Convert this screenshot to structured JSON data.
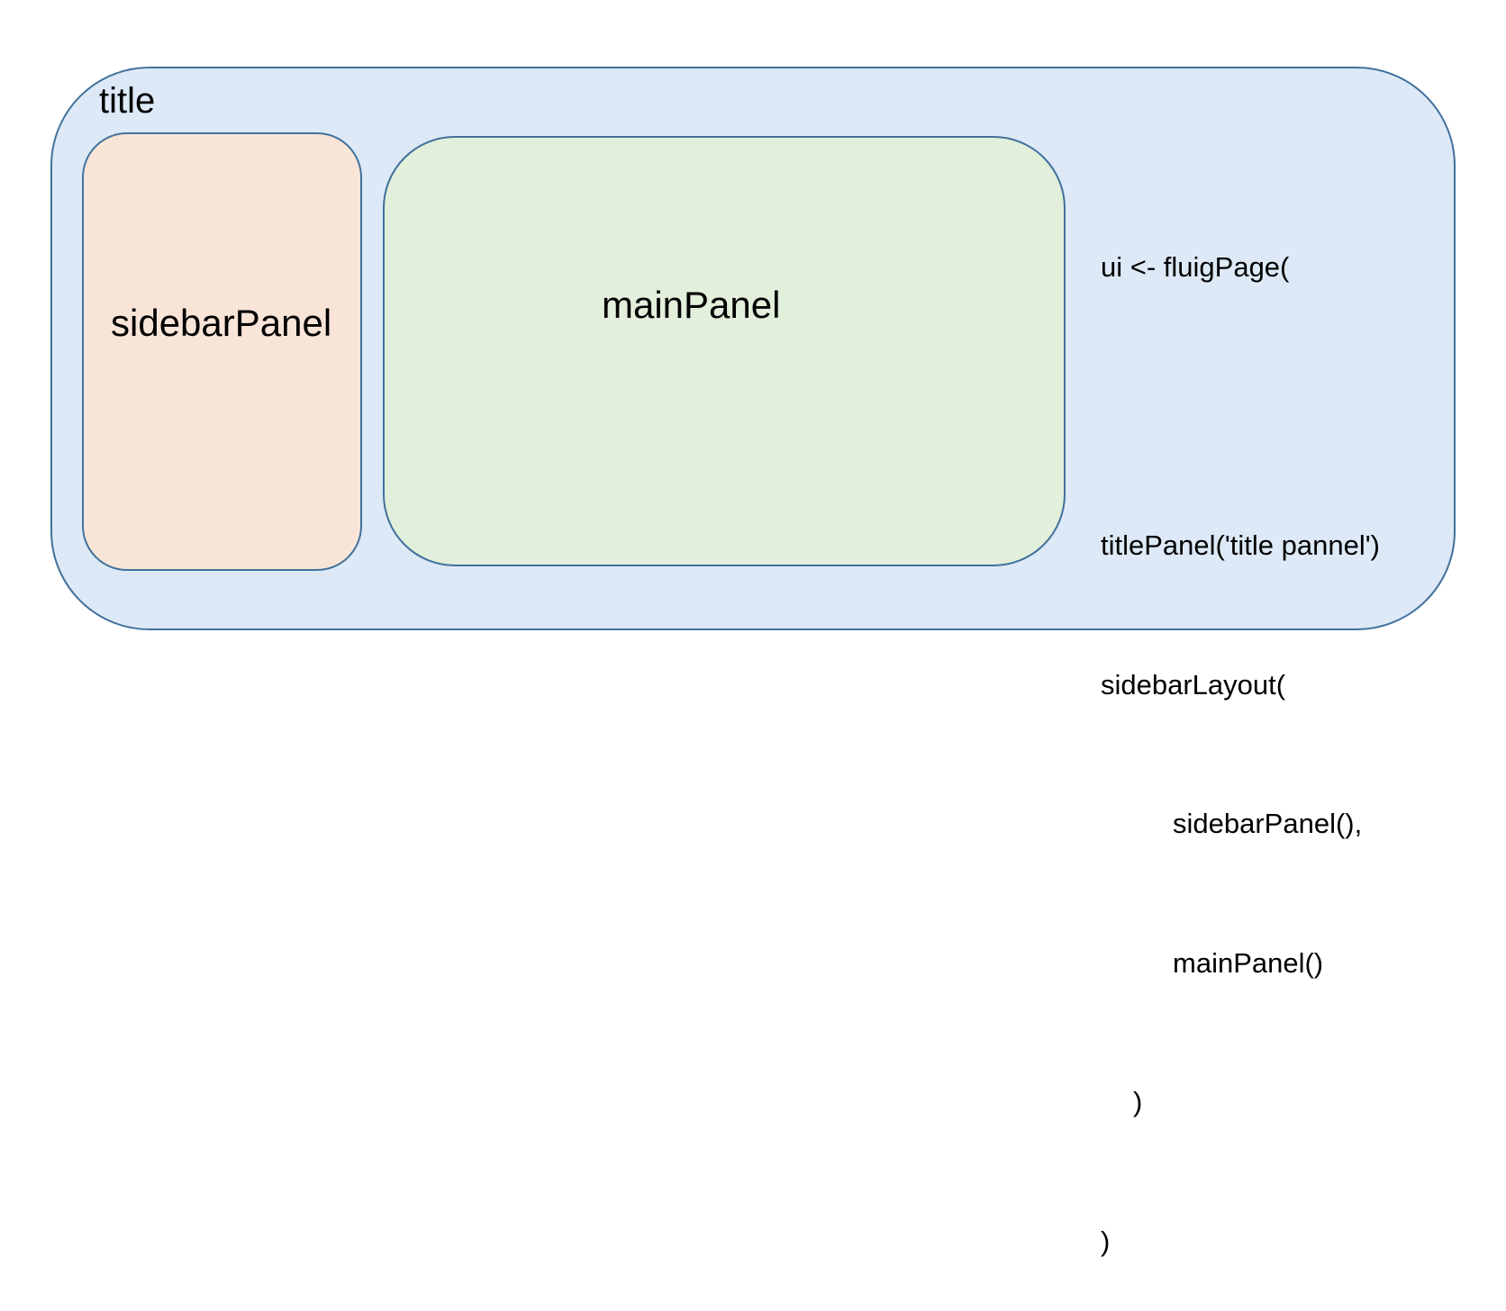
{
  "diagram": {
    "outer_label": "title",
    "sidebar_label": "sidebarPanel",
    "main_label": "mainPanel",
    "code_lines": [
      "ui <- fluigPage(",
      "",
      "titlePanel('title pannel')",
      "sidebarLayout(",
      "sidebarPanel(),",
      "mainPanel()",
      ")",
      ")"
    ]
  },
  "colors": {
    "outer_fill": "#dde9f6",
    "sidebar_fill": "#f9e5d8",
    "main_fill": "#e1efdb",
    "border": "#41719c"
  }
}
